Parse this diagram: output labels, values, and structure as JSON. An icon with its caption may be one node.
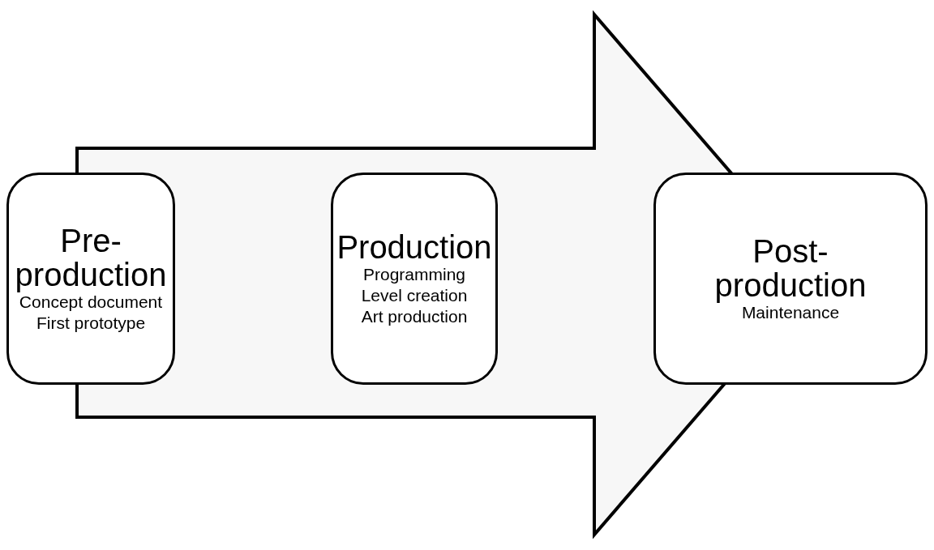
{
  "diagram": {
    "nodes": [
      {
        "text": [
          "Pre-production",
          "Concept document",
          "First prototype"
        ]
      },
      {
        "text": [
          "Production",
          "Programming",
          "Level creation",
          "Art production"
        ]
      },
      {
        "text": [
          "Post-production",
          "Maintenance"
        ]
      }
    ],
    "edges": [
      {
        "from": 0,
        "to": 2,
        "arrow": "to"
      }
    ]
  }
}
